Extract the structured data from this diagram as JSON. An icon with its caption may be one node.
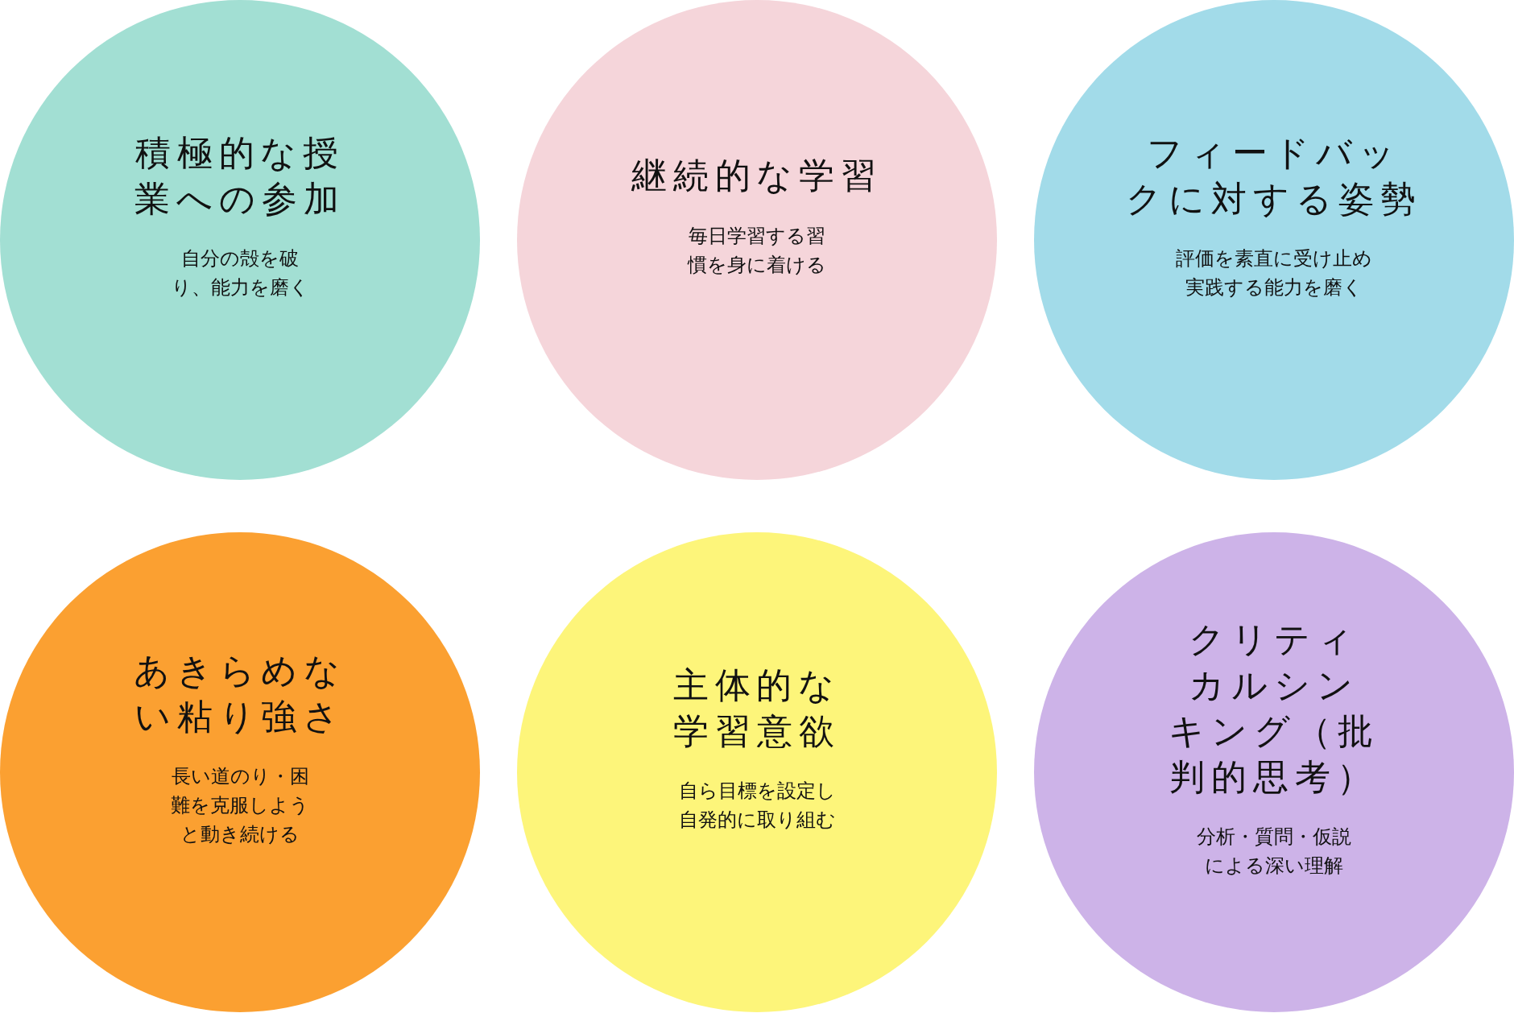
{
  "diagram": {
    "nodes": [
      {
        "text": [
          "積極的な授業への参加",
          "自分の殻を破り、能力を磨く"
        ]
      },
      {
        "text": [
          "継続的な学習",
          "毎日学習する習慣を身に着ける"
        ]
      },
      {
        "text": [
          "フィードバックに対する姿勢",
          "評価を素直に受け止め実践する能力を磨く"
        ]
      },
      {
        "text": [
          "あきらめない粘り強さ",
          "長い道のり・困難を克服しようと動き続ける"
        ]
      },
      {
        "text": [
          "主体的な学習意欲",
          "自ら目標を設定し自発的に取り組む"
        ]
      },
      {
        "text": [
          "クリティカルシンキング（批判的思考）",
          "分析・質問・仮説による深い理解"
        ]
      }
    ]
  }
}
